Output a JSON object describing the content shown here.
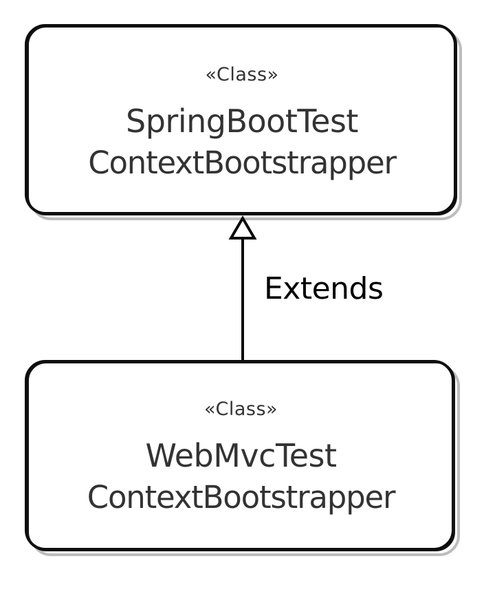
{
  "diagram": {
    "type": "uml-class-diagram",
    "background_color": "#ffffff",
    "stroke_color": "#0a0a0a",
    "shadow_color": "#bdbdbd",
    "text_color": "#333333",
    "label_color": "#000000",
    "classes": [
      {
        "id": "springboottest-context-bootstrapper",
        "stereotype": "«Class»",
        "name_lines": [
          "SpringBootTest",
          "ContextBootstrapper"
        ],
        "full_name": "SpringBootTestContextBootstrapper"
      },
      {
        "id": "webmvctest-context-bootstrapper",
        "stereotype": "«Class»",
        "name_lines": [
          "WebMvcTest",
          "ContextBootstrapper"
        ],
        "full_name": "WebMvcTestContextBootstrapper"
      }
    ],
    "relationships": [
      {
        "id": "extends-generalization",
        "label": "Extends",
        "kind": "generalization",
        "arrowhead": "hollow-triangle",
        "from": "webmvctest-context-bootstrapper",
        "to": "springboottest-context-bootstrapper"
      }
    ]
  }
}
